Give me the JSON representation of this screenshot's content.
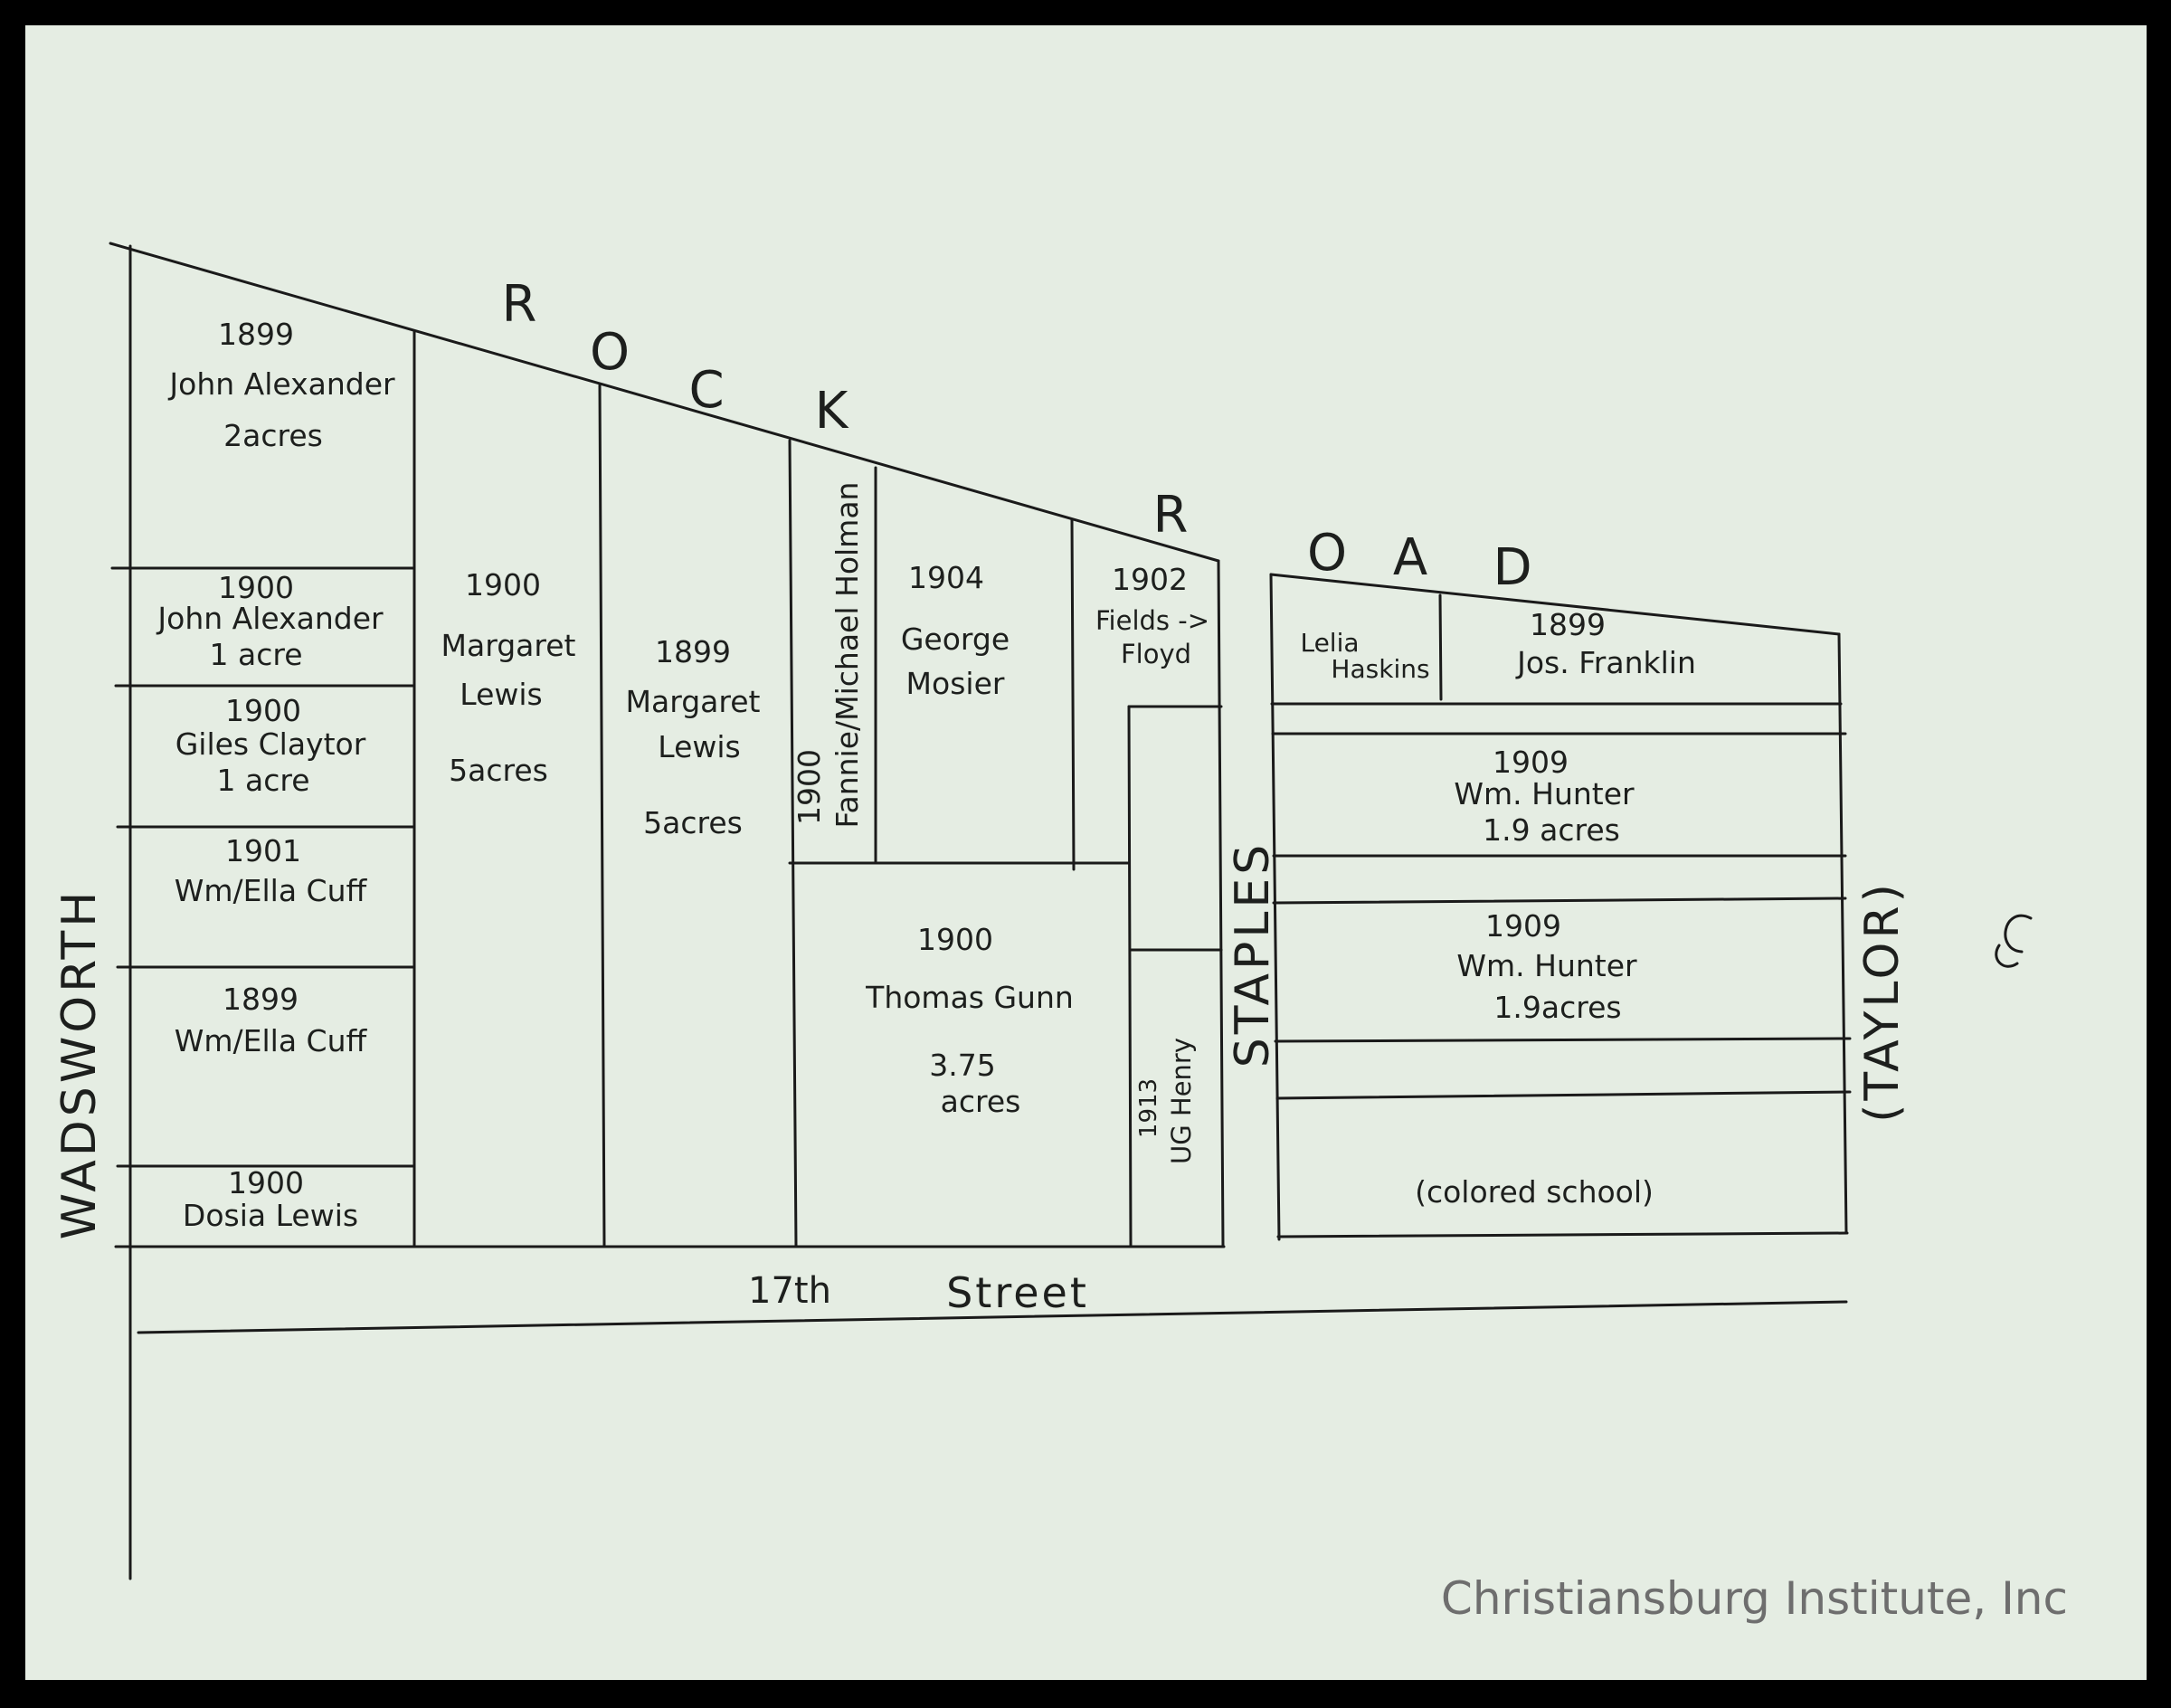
{
  "roads": {
    "rock_road_letters": [
      "R",
      "O",
      "C",
      "K",
      "R",
      "O",
      "A",
      "D"
    ],
    "wadsworth": "WADSWORTH",
    "staples": "STAPLES",
    "taylor": "(TAYLOR)",
    "street_17_num": "17th",
    "street_17_word": "Street"
  },
  "parcels": {
    "p1": {
      "year": "1899",
      "owner": "John Alexander",
      "size": "2acres"
    },
    "p2": {
      "year": "1900",
      "owner": "John Alexander",
      "size": "1 acre"
    },
    "p3": {
      "year": "1900",
      "owner": "Giles Claytor",
      "size": "1 acre"
    },
    "p4": {
      "year": "1901",
      "owner": "Wm/Ella Cuff"
    },
    "p5": {
      "year": "1899",
      "owner": "Wm/Ella Cuff"
    },
    "p6": {
      "year": "1900",
      "owner": "Dosia Lewis"
    },
    "p7": {
      "year": "1900",
      "owner1": "Margaret",
      "owner2": "Lewis",
      "size": "5acres"
    },
    "p8": {
      "year": "1899",
      "owner1": "Margaret",
      "owner2": "Lewis",
      "size": "5acres"
    },
    "p9": {
      "year": "1900",
      "owner": "Fannie/Michael Holman"
    },
    "p10": {
      "year": "1904",
      "owner1": "George",
      "owner2": "Mosier"
    },
    "p11": {
      "year": "1902",
      "owner1": "Fields ->",
      "owner2": "Floyd"
    },
    "p12": {
      "year": "1900",
      "owner": "Thomas Gunn",
      "size1": "3.75",
      "size2": "acres"
    },
    "p13": {
      "year": "1913",
      "owner": "UG Henry"
    },
    "p14": {
      "owner1": "Lelia",
      "owner2": "Haskins"
    },
    "p15": {
      "year": "1899",
      "owner": "Jos. Franklin"
    },
    "p16": {
      "year": "1909",
      "owner": "Wm. Hunter",
      "size": "1.9 acres"
    },
    "p17": {
      "year": "1909",
      "owner": "Wm. Hunter",
      "size": "1.9acres"
    },
    "p18": {
      "label": "(colored school)"
    }
  },
  "watermark": "Christiansburg Institute, Inc",
  "colors": {
    "paper": "#e5ede3",
    "ink": "#1a1a1a",
    "frame": "#000000"
  }
}
